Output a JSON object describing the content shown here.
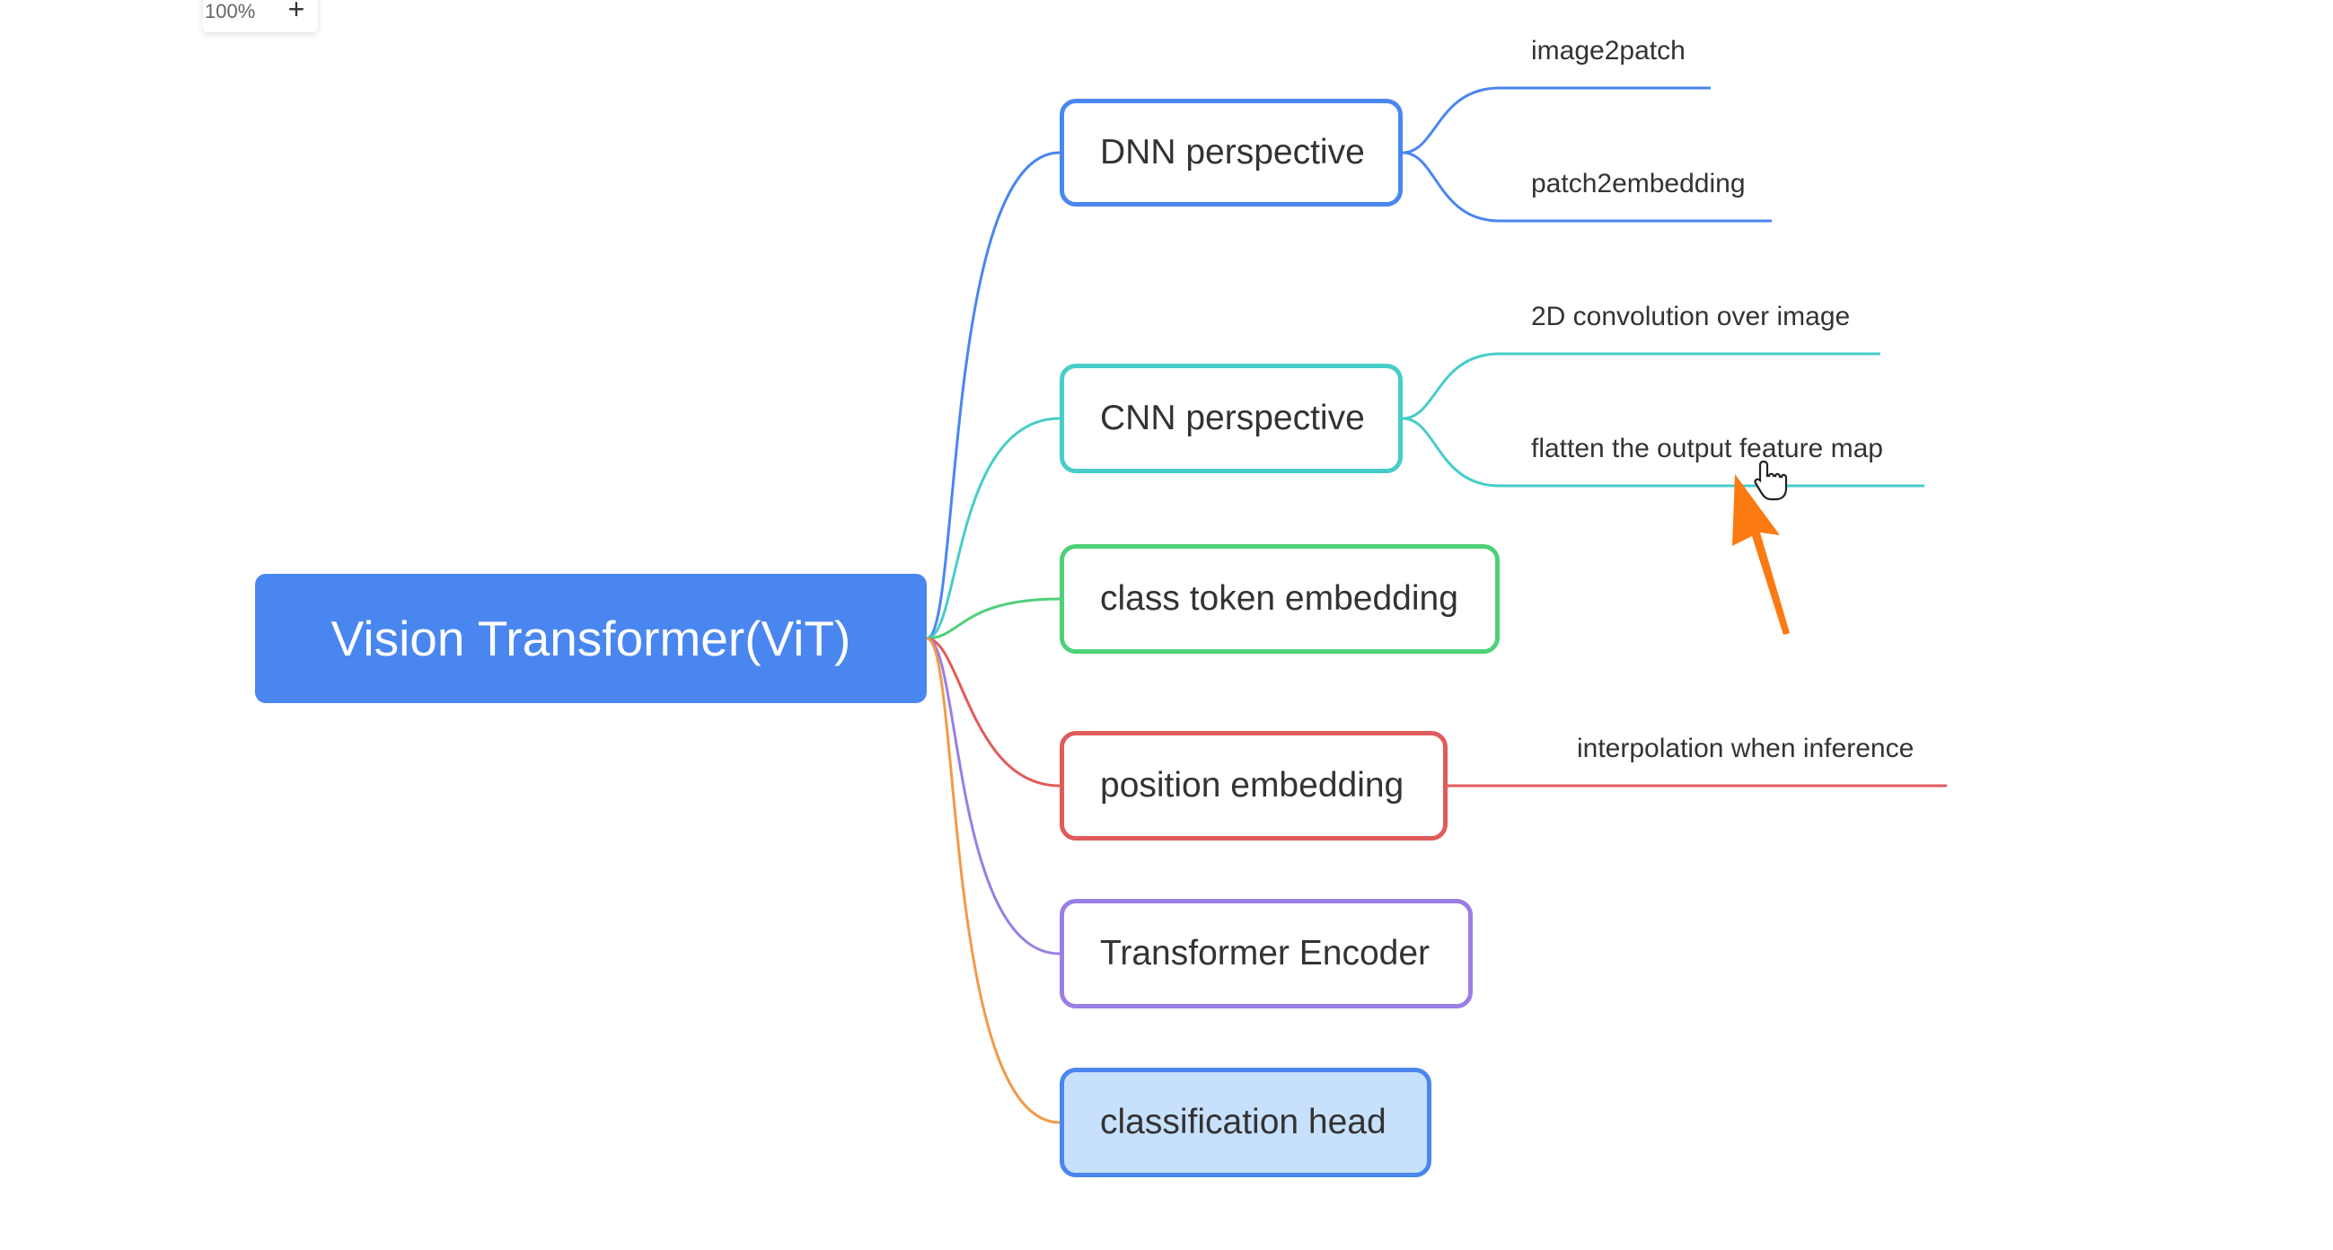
{
  "zoom": {
    "level": "100%",
    "zoom_in_label": "+"
  },
  "mindmap": {
    "root": {
      "label": "Vision Transformer(ViT)",
      "color": "#4a86ef"
    },
    "branches": [
      {
        "label": "DNN perspective",
        "color": "#4a86ef",
        "children": [
          "image2patch",
          "patch2embedding"
        ]
      },
      {
        "label": "CNN perspective",
        "color": "#46cdca",
        "children": [
          "2D convolution over image",
          "flatten the output feature map"
        ]
      },
      {
        "label": "class token embedding",
        "color": "#4ed078",
        "children": []
      },
      {
        "label": "position embedding",
        "color": "#e05b5b",
        "children": [
          "interpolation when inference"
        ]
      },
      {
        "label": "Transformer Encoder",
        "color": "#9a7ee6",
        "children": []
      },
      {
        "label": "classification head",
        "color": "#4a86ef",
        "fill": "#c7e0fc",
        "children": []
      }
    ]
  },
  "annotation": {
    "arrow_color": "#fb7a12",
    "cursor": "hand-pointer-icon"
  }
}
